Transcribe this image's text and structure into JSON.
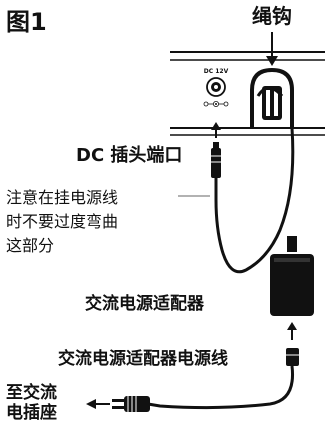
{
  "figure_label": "图1",
  "callouts": {
    "cord_hook": "绳钩",
    "dc_plug": "DC 插头端口",
    "caution_lines": [
      "注意在挂电源线",
      "时不要过度弯曲",
      "这部分"
    ],
    "ac_adapter": "交流电源适配器",
    "ac_adapter_cord": "交流电源适配器电源线",
    "outlet_lines": [
      "至交流",
      "电插座"
    ]
  },
  "panel": {
    "jack_label": "DC 12V"
  }
}
